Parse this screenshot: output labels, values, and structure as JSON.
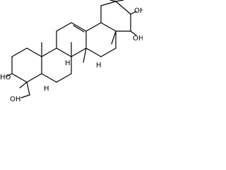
{
  "structure": {
    "labels": {
      "oh_c3": "HO",
      "oh_hydroxymethyl": "OH",
      "oh_c21": "OH",
      "oh_c22": "OH",
      "h_c5": "H",
      "h_c9": "H",
      "h_c18": "H"
    }
  }
}
